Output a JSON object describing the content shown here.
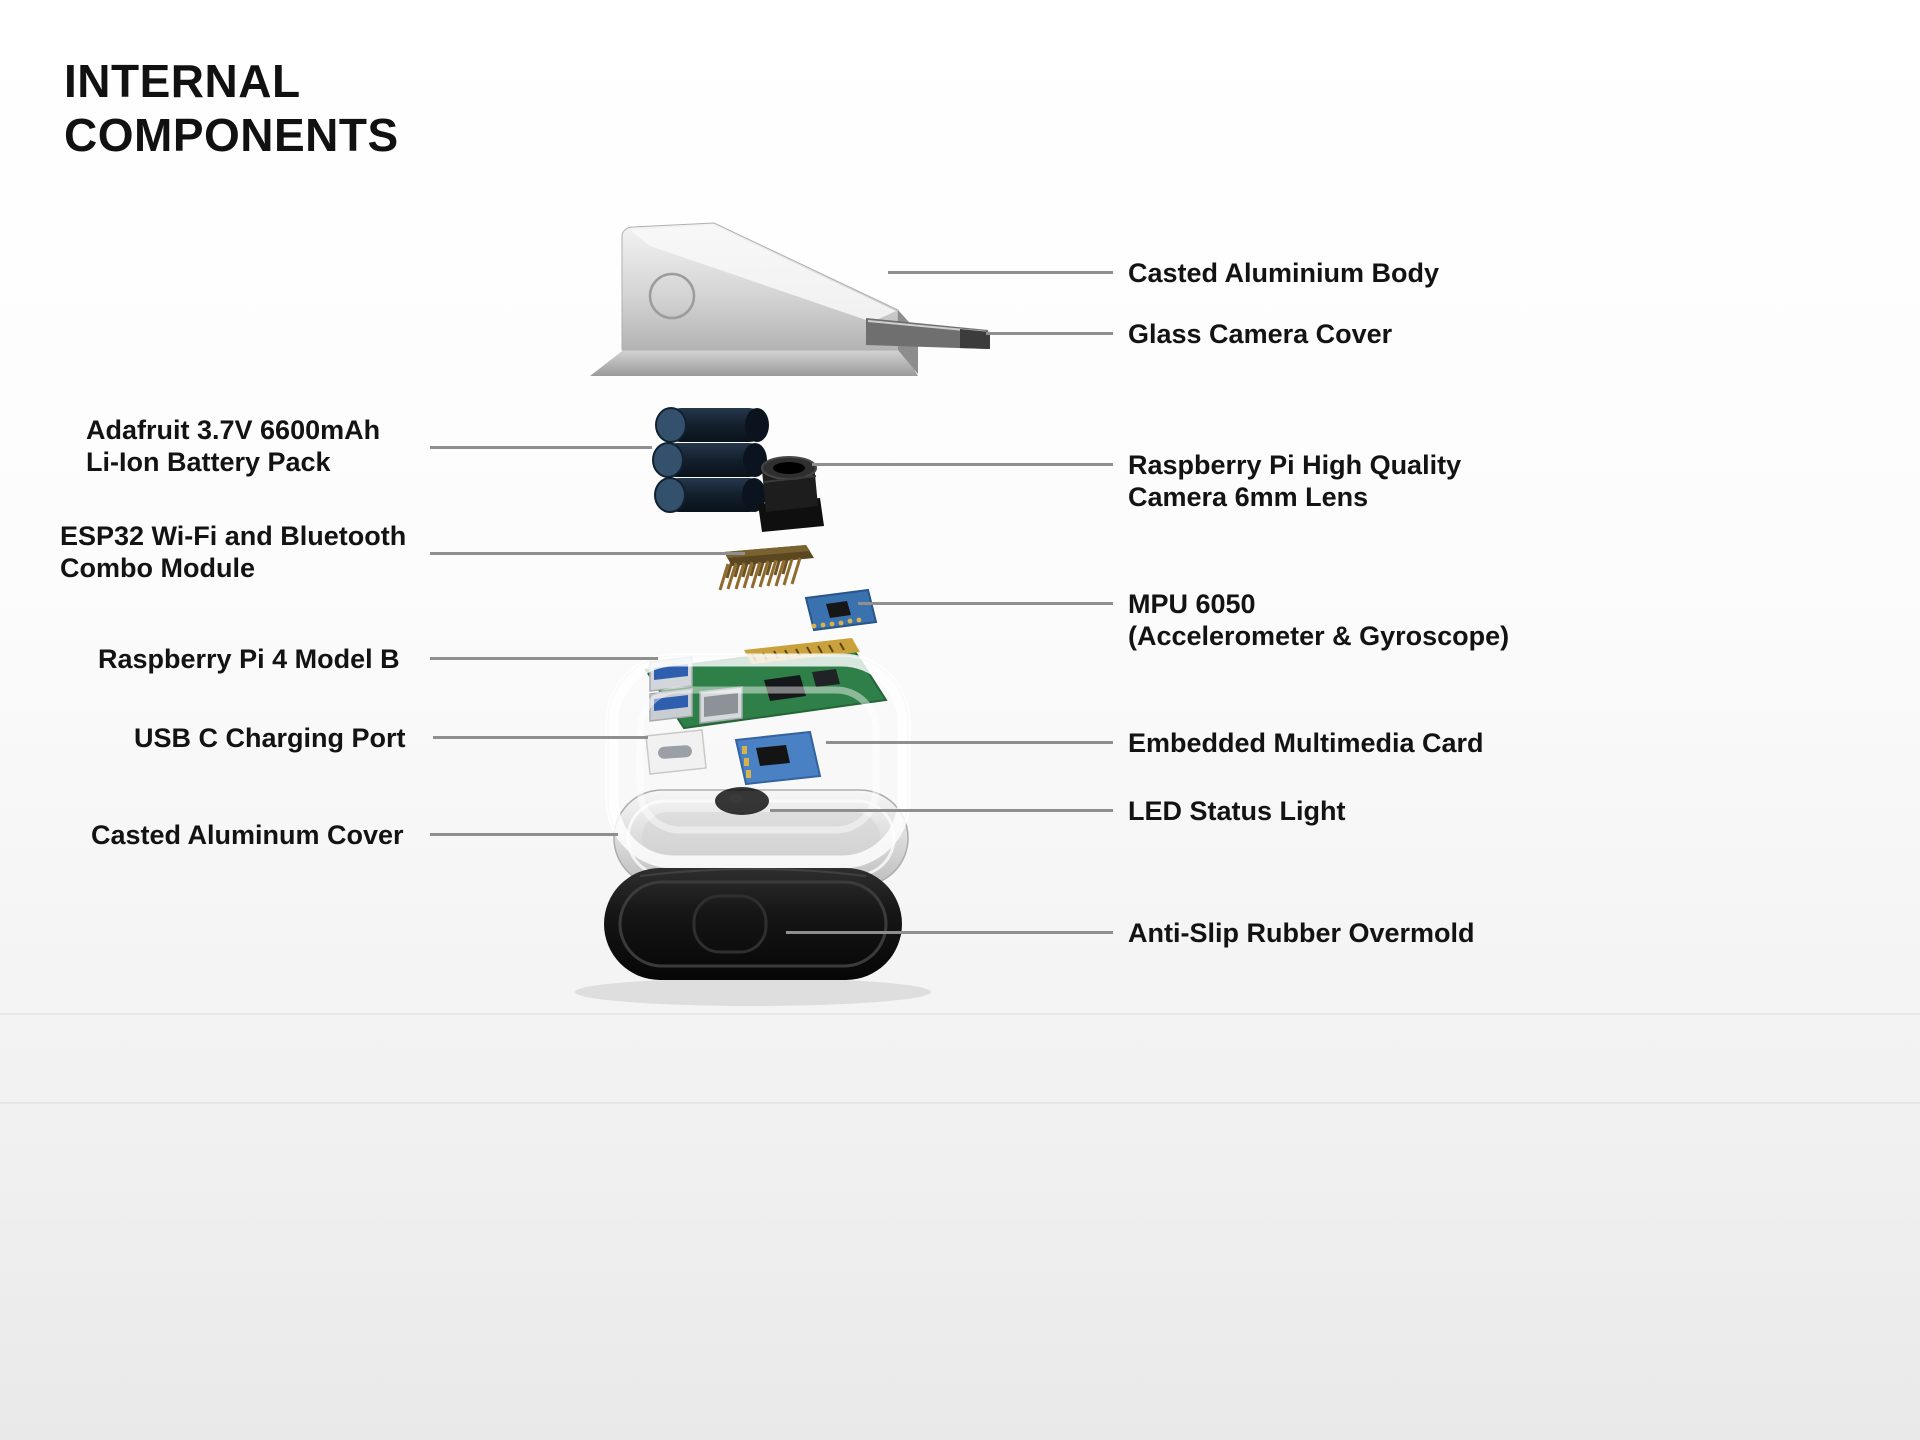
{
  "title": {
    "text": "INTERNAL\nCOMPONENTS"
  },
  "labels": {
    "left": [
      {
        "id": "battery",
        "text": "Adafruit 3.7V 6600mAh\nLi-Ion Battery Pack"
      },
      {
        "id": "esp32",
        "text": "ESP32 Wi-Fi and Bluetooth\nCombo Module"
      },
      {
        "id": "rpi4",
        "text": "Raspberry Pi 4 Model B"
      },
      {
        "id": "usbc",
        "text": "USB C Charging Port"
      },
      {
        "id": "cover",
        "text": "Casted Aluminum Cover"
      }
    ],
    "right": [
      {
        "id": "body",
        "text": "Casted Aluminium Body"
      },
      {
        "id": "glass",
        "text": "Glass Camera Cover"
      },
      {
        "id": "camera",
        "text": "Raspberry Pi High Quality\nCamera 6mm Lens"
      },
      {
        "id": "mpu",
        "text": "MPU 6050\n(Accelerometer & Gyroscope)"
      },
      {
        "id": "emmc",
        "text": "Embedded Multimedia Card"
      },
      {
        "id": "led",
        "text": "LED Status Light"
      },
      {
        "id": "rubber",
        "text": "Anti-Slip Rubber Overmold"
      }
    ]
  },
  "colors": {
    "text": "#111111",
    "leader_line": "#8f8f8f",
    "background_top": "#ffffff",
    "background_bottom": "#e9e9e9",
    "pcb_green": "#2f8048",
    "mpu_blue": "#3a72b0",
    "emmc_blue": "#4a80c4",
    "rubber_black": "#0c0c0c",
    "metal_gray": "#c6c6c6"
  }
}
